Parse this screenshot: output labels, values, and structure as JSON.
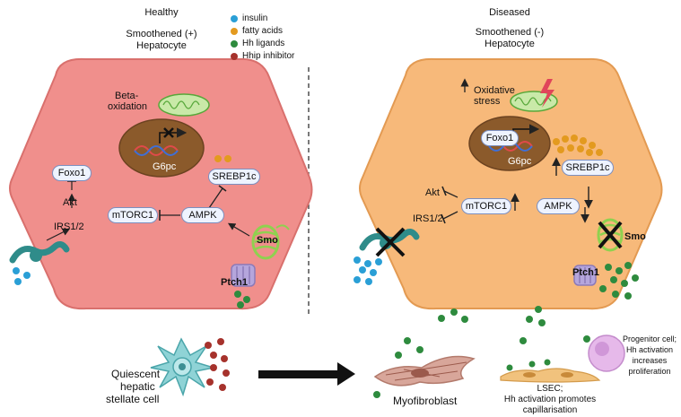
{
  "healthy": {
    "title": "Healthy",
    "subtitle_line1": "Smoothened (+)",
    "subtitle_line2": "Hepatocyte",
    "beta_line1": "Beta-",
    "beta_line2": "oxidation",
    "g6pc": "G6pc",
    "foxo1": "Foxo1",
    "akt": "Akt",
    "irs": "IRS1/2",
    "srebp": "SREBP1c",
    "ampk": "AMPK",
    "mtorc1": "mTORC1",
    "smo": "Smo",
    "ptch1": "Ptch1"
  },
  "diseased": {
    "title": "Diseased",
    "subtitle_line1": "Smoothened (-)",
    "subtitle_line2": "Hepatocyte",
    "oxidative_line1": "Oxidative",
    "oxidative_line2": "stress",
    "foxo1": "Foxo1",
    "g6pc": "G6pc",
    "srebp": "SREBP1c",
    "akt": "Akt",
    "mtorc1": "mTORC1",
    "ampk": "AMPK",
    "irs": "IRS1/2",
    "smo": "Smo",
    "ptch1": "Ptch1"
  },
  "legend": [
    {
      "label": "insulin",
      "color": "#2a9fd6"
    },
    {
      "label": "fatty acids",
      "color": "#e39a1f"
    },
    {
      "label": "Hh ligands",
      "color": "#2e8b3e"
    },
    {
      "label": "Hhip inhibitor",
      "color": "#a6322c"
    }
  ],
  "bottom": {
    "quiescent_line1": "Quiescent",
    "quiescent_line2": "hepatic",
    "quiescent_line3": "stellate cell",
    "myofibroblast": "Myofibroblast",
    "lsec_line1": "LSEC;",
    "lsec_line2": "Hh activation promotes",
    "lsec_line3": "capillarisation",
    "progenitor_line1": "Progenitor cell;",
    "progenitor_line2": "Hh activation",
    "progenitor_line3": "increases",
    "progenitor_line4": "proliferation"
  },
  "colors": {
    "healthy_cell": "#f08f8c",
    "diseased_cell": "#f7b97a",
    "nucleus": "#8b5a2b",
    "pill_fill": "#eef3ff",
    "insulin": "#2a9fd6",
    "fatty_acids": "#e39a1f",
    "hh_ligand": "#2e8b3e",
    "hhip": "#a6322c",
    "receptor": "#2f8c8a",
    "smo": "#8fd14f",
    "ptch1": "#8c7ab8"
  }
}
